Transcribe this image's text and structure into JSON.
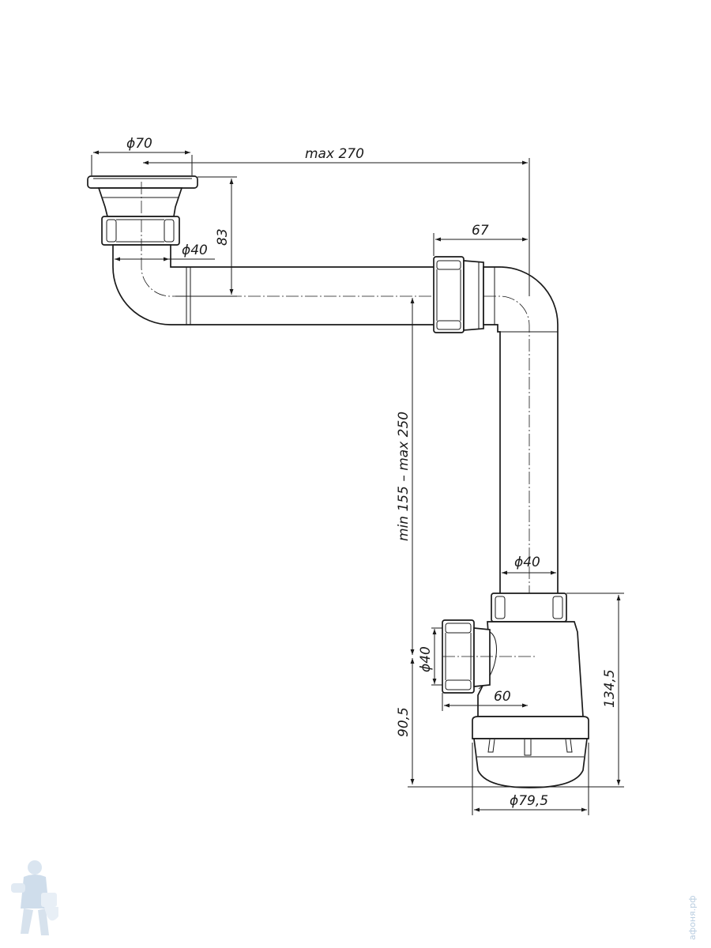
{
  "dimensions": {
    "d70": "ϕ70",
    "max270": "max 270",
    "h83": "83",
    "d40_top": "ϕ40",
    "w67": "67",
    "range": "min 155 – max 250",
    "d40_vert": "ϕ40",
    "d40_side": "ϕ40",
    "w60": "60",
    "h90_5": "90,5",
    "h134_5": "134,5",
    "d79_5": "ϕ79,5"
  },
  "watermark": {
    "side_text": "афоня.рф",
    "mascot_icon": "plumber-mascot-icon"
  }
}
